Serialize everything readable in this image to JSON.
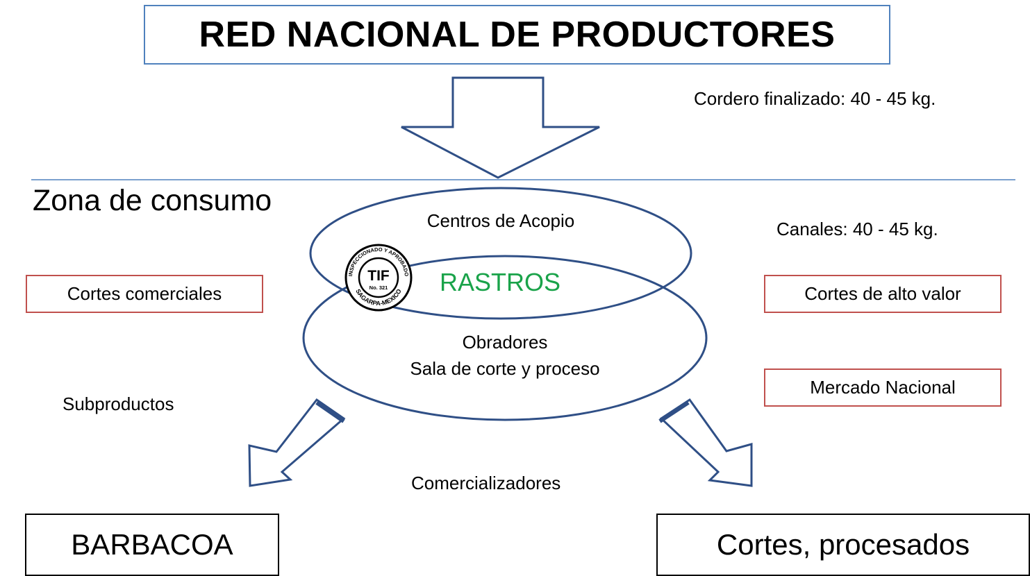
{
  "title": "RED NACIONAL  DE PRODUCTORES",
  "notes": {
    "cordero": "Cordero finalizado: 40 - 45 kg.",
    "canales": "Canales: 40 - 45 kg.",
    "zona": "Zona de consumo",
    "subproductos": "Subproductos",
    "comercializadores": "Comercializadores"
  },
  "ellipses": {
    "top_label": "Centros  de  Acopio",
    "middle_label": "RASTROS",
    "bottom_line1": "Obradores",
    "bottom_line2": "Sala de corte y  proceso"
  },
  "boxes": {
    "cortes_comerciales": "Cortes comerciales",
    "cortes_alto_valor": "Cortes de alto valor",
    "mercado_nacional": "Mercado Nacional",
    "barbacoa": "BARBACOA",
    "cortes_procesados": "Cortes, procesados"
  },
  "seal": {
    "center_text": "TIF",
    "number": "No. 321",
    "top_arc": "INSPECCIONADO Y APROBADO",
    "bottom_arc": "SAGARPA-MEXICO"
  },
  "colors": {
    "arrow_stroke": "#2f4f86",
    "title_border": "#4f81bd",
    "red_border": "#c0504d",
    "rastros_text": "#1aa34a"
  }
}
